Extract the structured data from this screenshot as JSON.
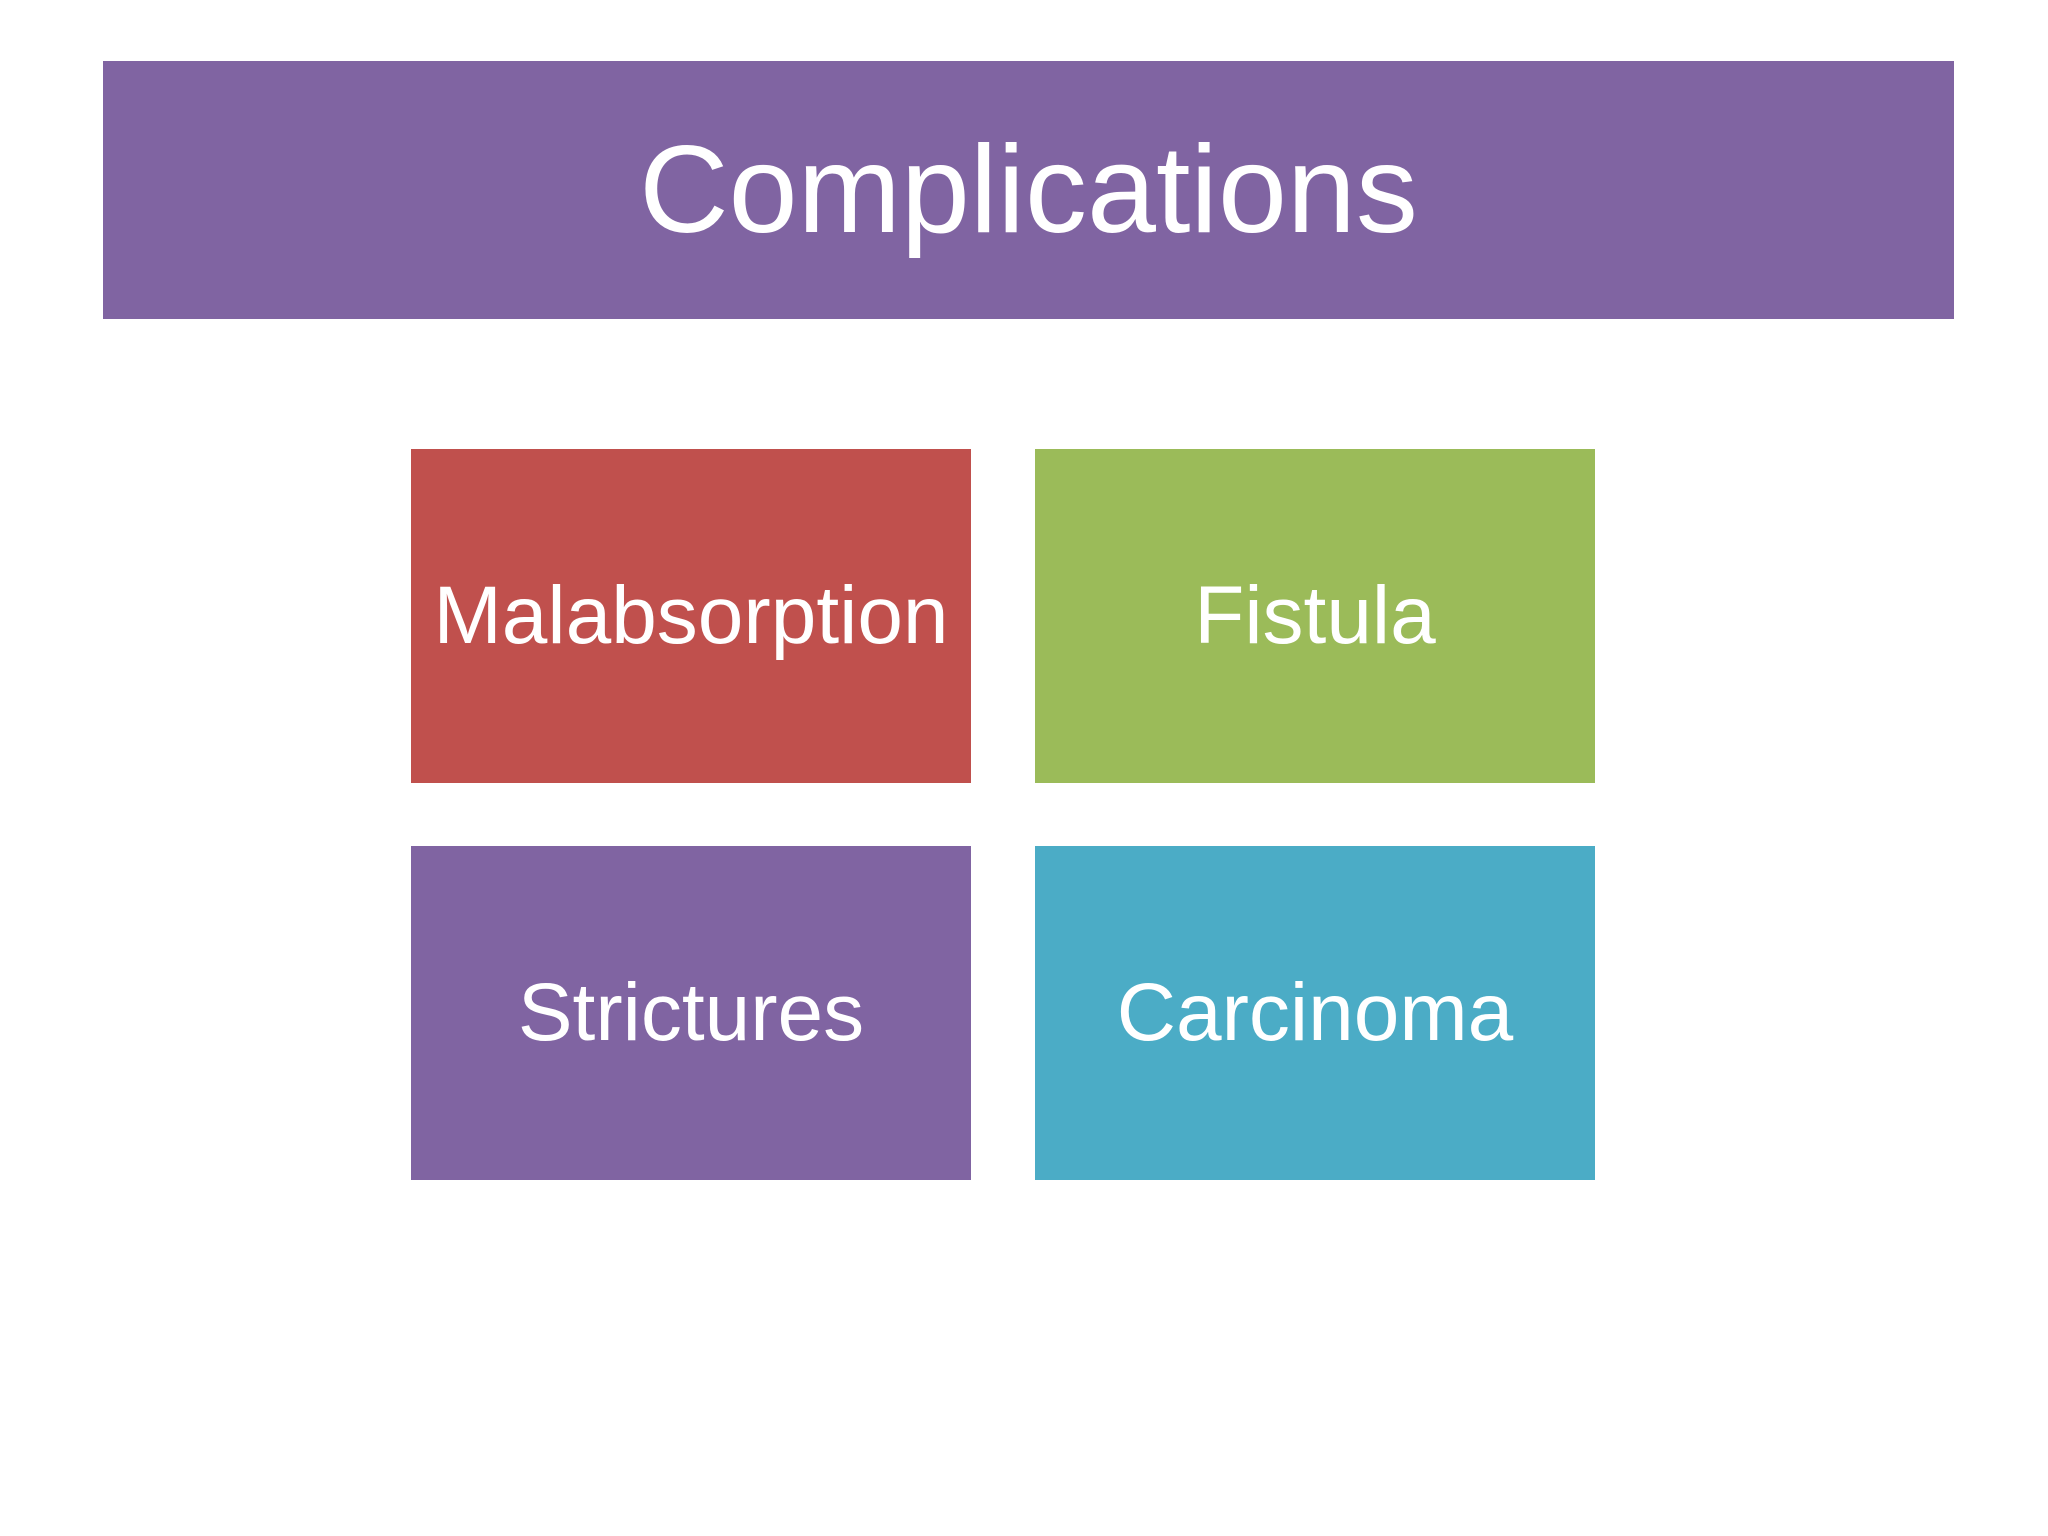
{
  "title": {
    "text": "Complications",
    "color": "#8064A2"
  },
  "boxes": [
    {
      "label": "Malabsorption",
      "color": "#C0504D"
    },
    {
      "label": "Fistula",
      "color": "#9BBB59"
    },
    {
      "label": "Strictures",
      "color": "#8064A2"
    },
    {
      "label": "Carcinoma",
      "color": "#4BACC6"
    }
  ]
}
